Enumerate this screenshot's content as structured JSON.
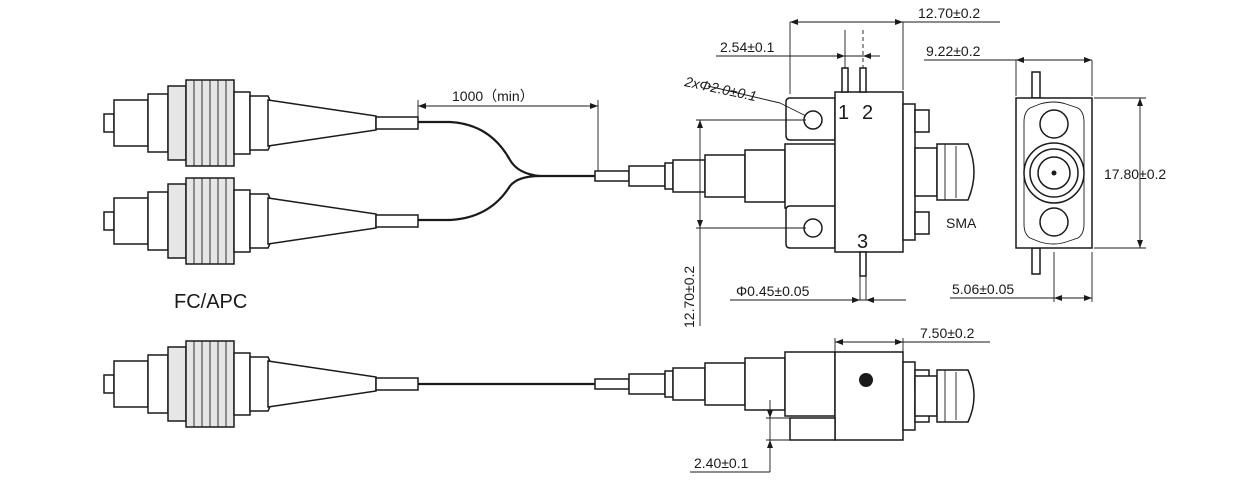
{
  "labels": {
    "connector_type": "FC/APC",
    "rf_connector": "SMA",
    "port_1": "1",
    "port_2": "2",
    "port_3": "3"
  },
  "dimensions": {
    "fiber_length": "1000（min）",
    "body_width": "12.70±0.2",
    "pin_pitch": "2.54±0.1",
    "mount_holes": "2xΦ2.0±0.1",
    "body_height": "12.70±0.2",
    "pin_diameter": "Φ0.45±0.05",
    "flange_width": "9.22±0.2",
    "flange_height": "17.80±0.2",
    "flange_offset": "5.06±0.05",
    "side_length": "7.50±0.2",
    "side_offset": "2.40±0.1"
  }
}
